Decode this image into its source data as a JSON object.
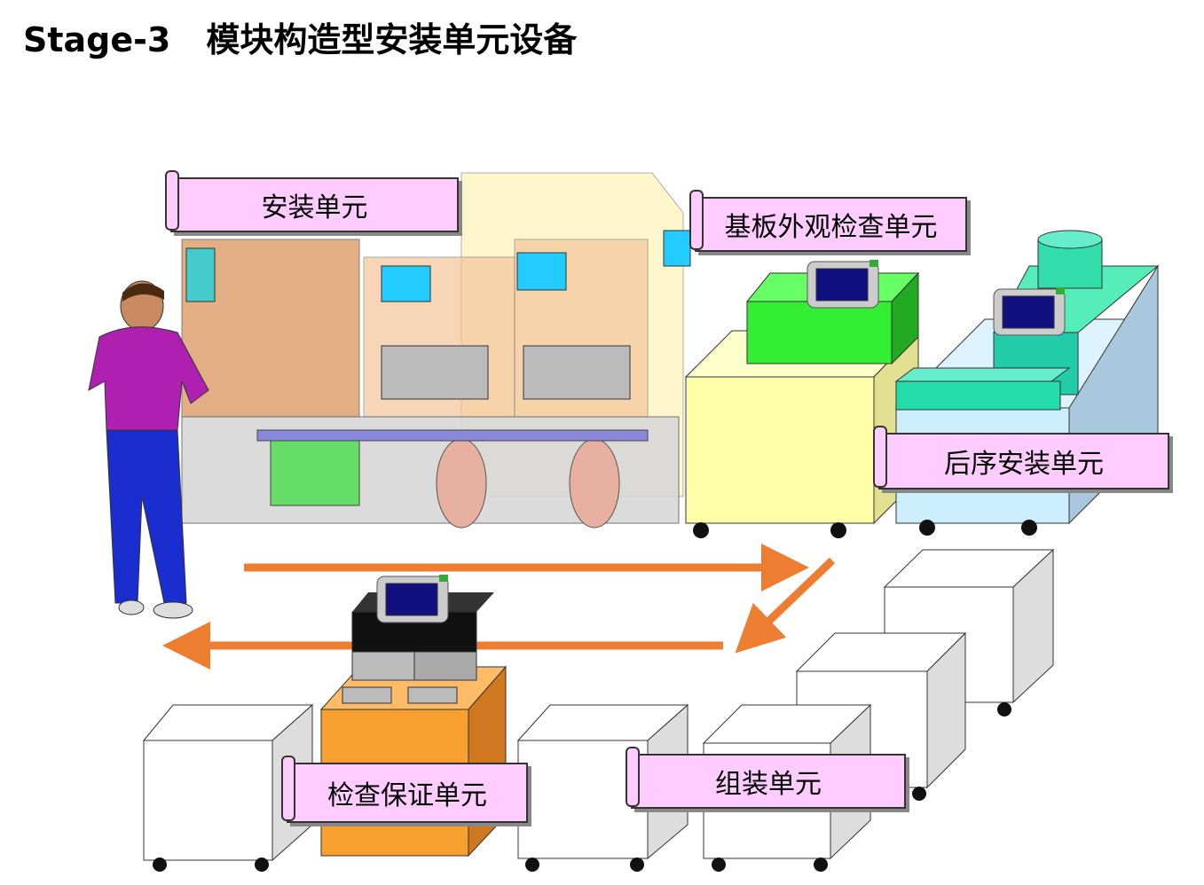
{
  "title": {
    "stage": "Stage-3",
    "text": "模块构造型安装单元设备"
  },
  "labels": {
    "mounting_unit": "安装单元",
    "board_inspection_unit": "基板外观检查单元",
    "post_mounting_unit": "后序安装单元",
    "inspection_assurance_unit": "检查保证单元",
    "assembly_unit": "组装单元"
  },
  "colors": {
    "arrow": "#ED7D31",
    "banner": "#FFCCFF",
    "yellow_unit": "#FFFFAA",
    "green_unit": "#33EE33",
    "teal_unit": "#22DDAA",
    "orange_unit": "#F7A030",
    "shirt": "#B020B0",
    "pants": "#1A2ED0"
  }
}
